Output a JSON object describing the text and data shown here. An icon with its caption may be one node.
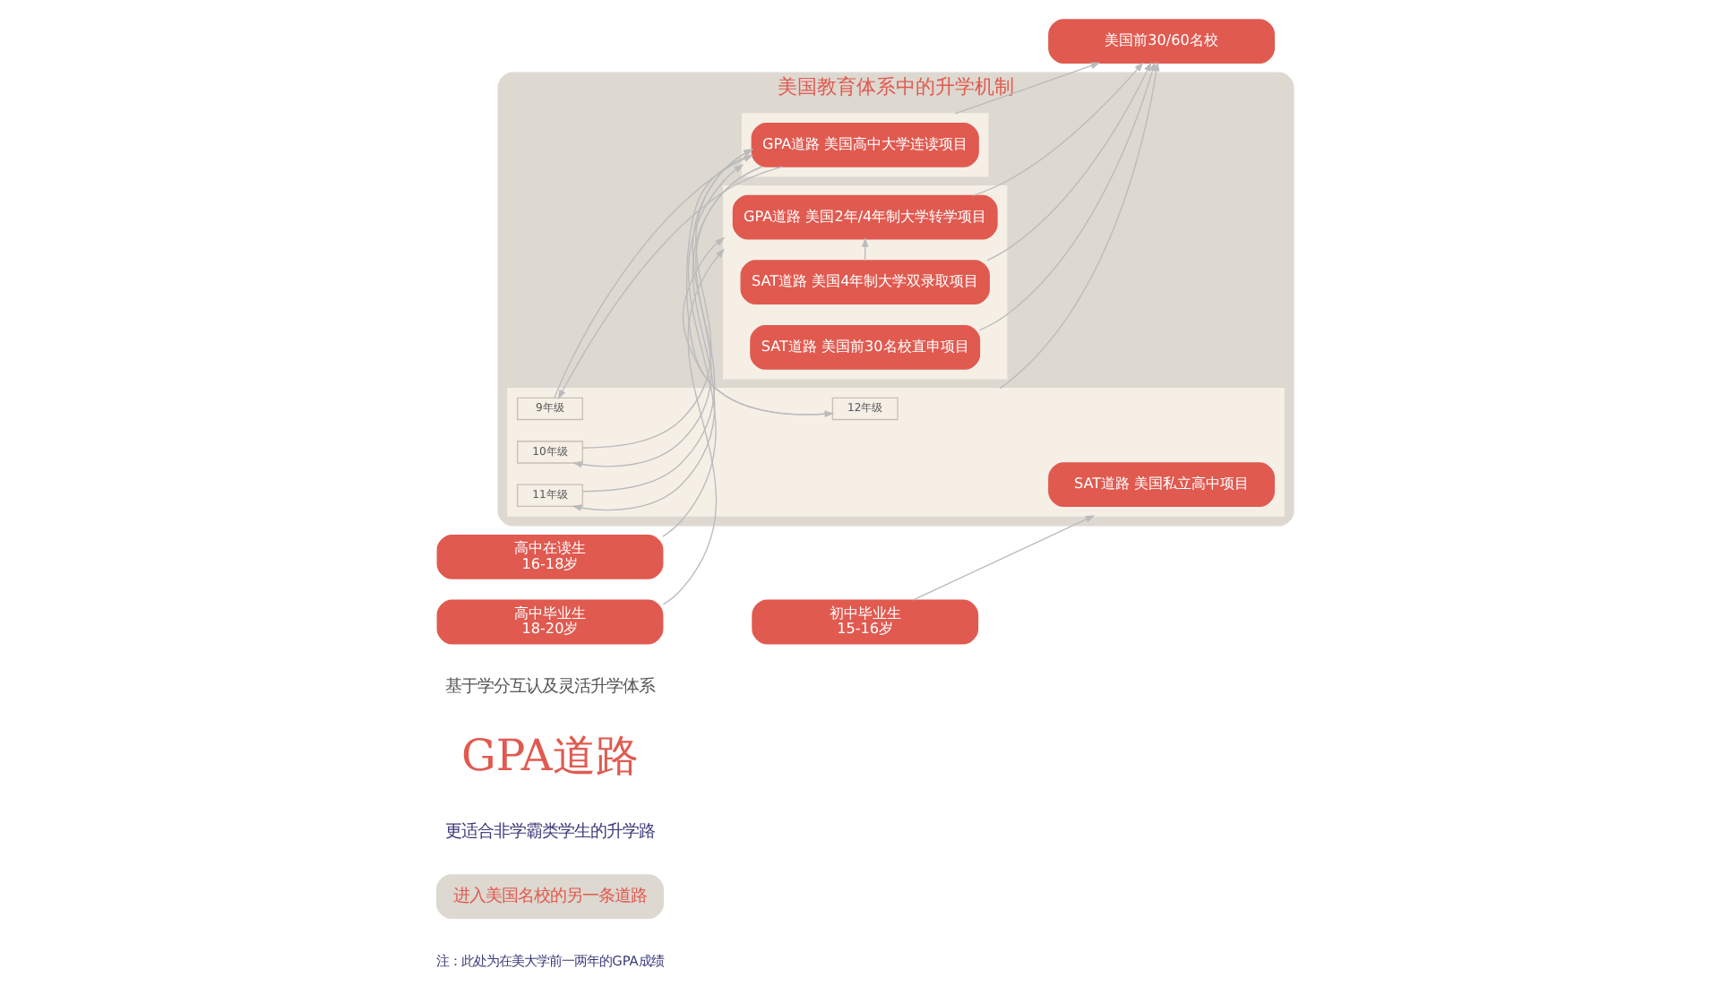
{
  "diagram": {
    "nodes": [
      {
        "text": [
          "初中毕业生",
          "15-16岁"
        ]
      },
      {
        "text": [
          "高中在读生",
          "16-18岁"
        ]
      },
      {
        "text": [
          "高中毕业生",
          "18-20岁"
        ]
      },
      {
        "text": [
          "美国教育体系中的升学机制"
        ]
      },
      {
        "text": [],
        "shape": "box",
        "in": 3
      },
      {
        "text": [
          "SAT道路 美国私立高中项目"
        ],
        "in": 4
      },
      {
        "text": [
          "9年级"
        ],
        "in": 4
      },
      {
        "text": [
          "10年级"
        ],
        "in": 4
      },
      {
        "text": [
          "11年级"
        ],
        "in": 4
      },
      {
        "text": [
          "12年级"
        ],
        "in": 4
      },
      {
        "text": [],
        "shape": "box",
        "in": 3
      },
      {
        "text": [
          "GPA道路 美国高中大学连读项目"
        ],
        "in": 10
      },
      {
        "text": [],
        "shape": "box",
        "in": 3
      },
      {
        "text": [
          "GPA道路 美国2年/4年制大学转学项目"
        ],
        "in": 12
      },
      {
        "text": [
          "SAT道路 美国4年制大学双录取项目"
        ],
        "in": 12
      },
      {
        "text": [
          "SAT道路 美国前30名校直申项目"
        ],
        "in": 12
      },
      {
        "text": [
          "美国前30/60名校"
        ]
      }
    ],
    "edges": [
      {
        "from": 0,
        "to": 4,
        "arrow": "to"
      },
      {
        "from": 1,
        "to": 10,
        "arrow": "to"
      },
      {
        "from": 2,
        "to": 12,
        "arrow": "to"
      },
      {
        "from": 6,
        "to": 11,
        "arrow": "to"
      },
      {
        "from": 11,
        "to": 6,
        "arrow": "to"
      },
      {
        "from": 7,
        "to": 11,
        "arrow": "to"
      },
      {
        "from": 11,
        "to": 7,
        "arrow": "to"
      },
      {
        "from": 8,
        "to": 11,
        "arrow": "to"
      },
      {
        "from": 11,
        "to": 8,
        "arrow": "to"
      },
      {
        "from": 9,
        "to": 12,
        "arrow": "to"
      },
      {
        "from": 11,
        "to": 9,
        "arrow": "to"
      },
      {
        "from": 14,
        "to": 13,
        "arrow": "to"
      },
      {
        "from": 4,
        "to": 16,
        "arrow": "to"
      },
      {
        "from": 10,
        "to": 16,
        "arrow": "to"
      },
      {
        "from": 13,
        "to": 16,
        "arrow": "to"
      },
      {
        "from": 14,
        "to": 16,
        "arrow": "to"
      },
      {
        "from": 15,
        "to": 16,
        "arrow": "to"
      }
    ],
    "labels": [
      "基于学分互认及灵活升学体系",
      "GPA道路",
      "更适合非学霸类学生的升学路",
      "进入美国名校的另一条道路",
      "注：此处为在美大学前一两年的GPA成绩"
    ]
  }
}
